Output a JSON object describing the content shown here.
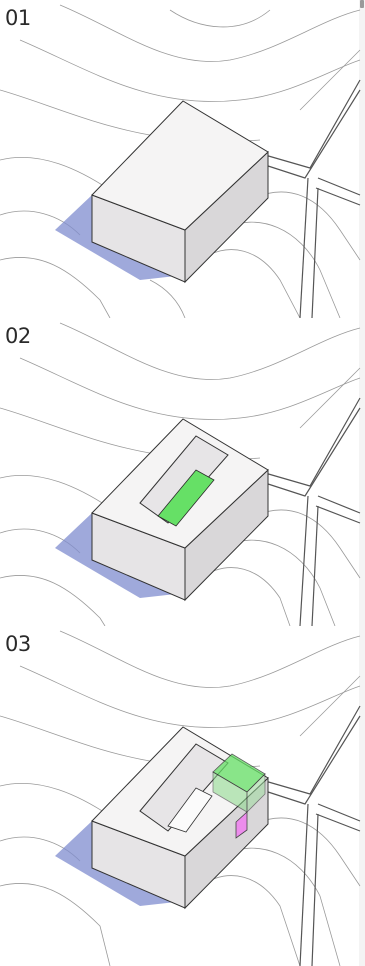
{
  "steps": [
    {
      "label": "01",
      "variant": "solid-block"
    },
    {
      "label": "02",
      "variant": "courtyard-with-green-roof"
    },
    {
      "label": "03",
      "variant": "courtyard-with-green-and-pink-extension"
    }
  ],
  "colors": {
    "contour": "#9a9a9a",
    "road": "#555555",
    "block_top": "#f4f3f3",
    "block_side": "#e9e7e8",
    "shadow": "#7f8ccf",
    "green_roof": "#66e066",
    "pink_wall": "#f080f0"
  }
}
